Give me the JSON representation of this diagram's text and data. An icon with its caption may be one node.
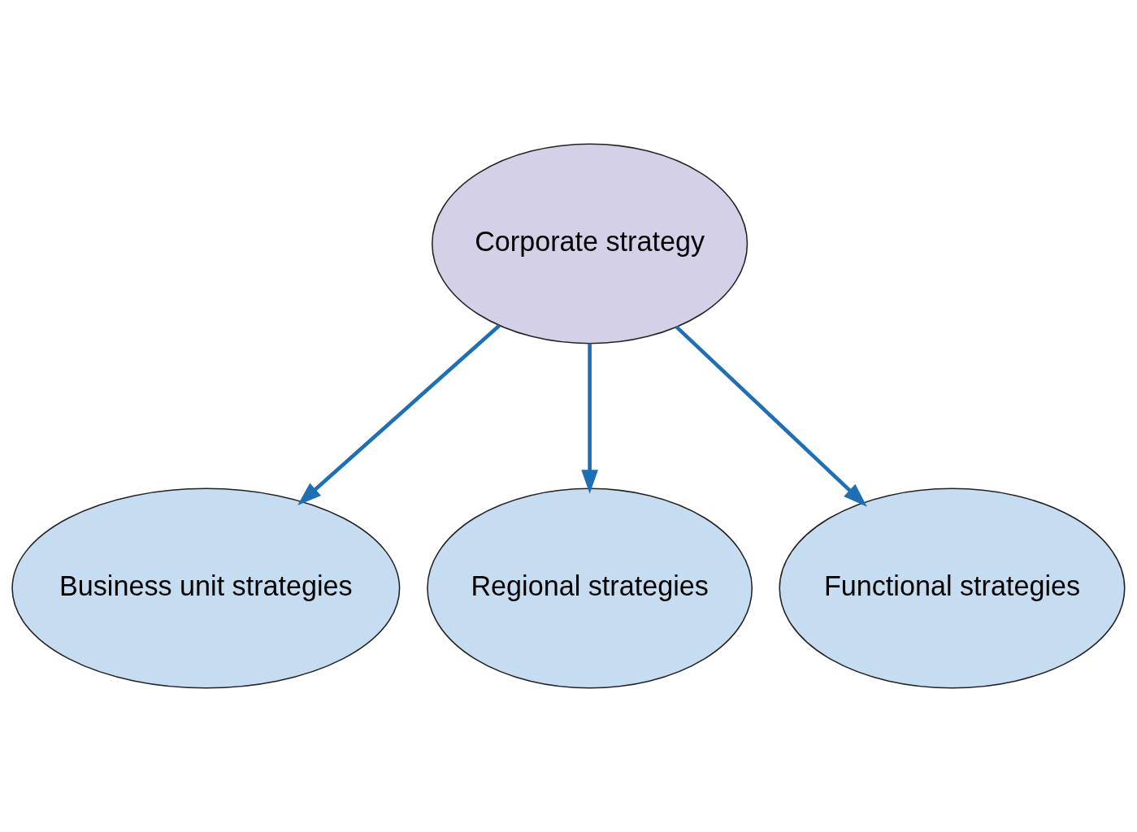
{
  "diagram": {
    "nodes": [
      {
        "text": [
          "Corporate strategy"
        ]
      },
      {
        "text": [
          "Business unit strategies"
        ]
      },
      {
        "text": [
          "Regional strategies"
        ]
      },
      {
        "text": [
          "Functional strategies"
        ]
      }
    ],
    "edges": [
      {
        "from": 0,
        "to": 1,
        "arrow": "to"
      },
      {
        "from": 0,
        "to": 2,
        "arrow": "to"
      },
      {
        "from": 0,
        "to": 3,
        "arrow": "to"
      }
    ]
  }
}
